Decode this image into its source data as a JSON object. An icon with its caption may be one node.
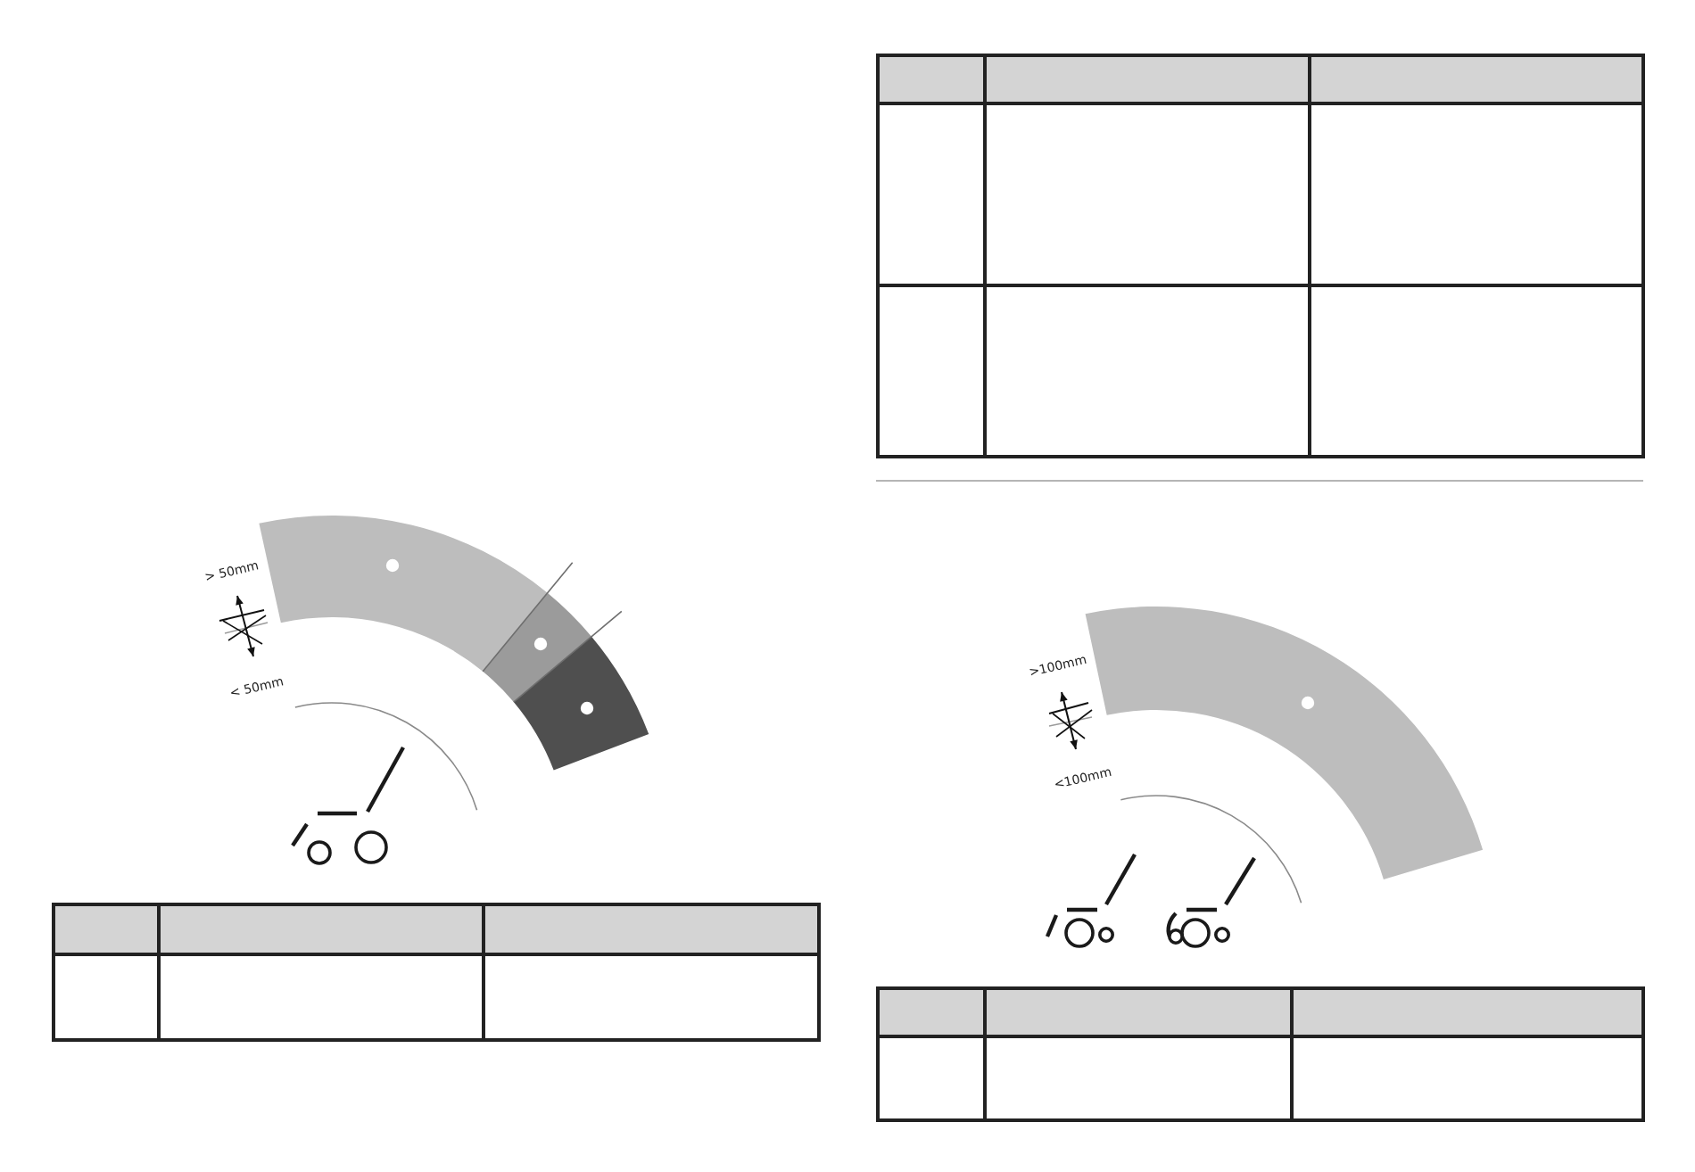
{
  "diagram": {
    "labels": [
      "> 50mm",
      "< 50mm",
      ">100mm",
      "<100mm"
    ]
  }
}
